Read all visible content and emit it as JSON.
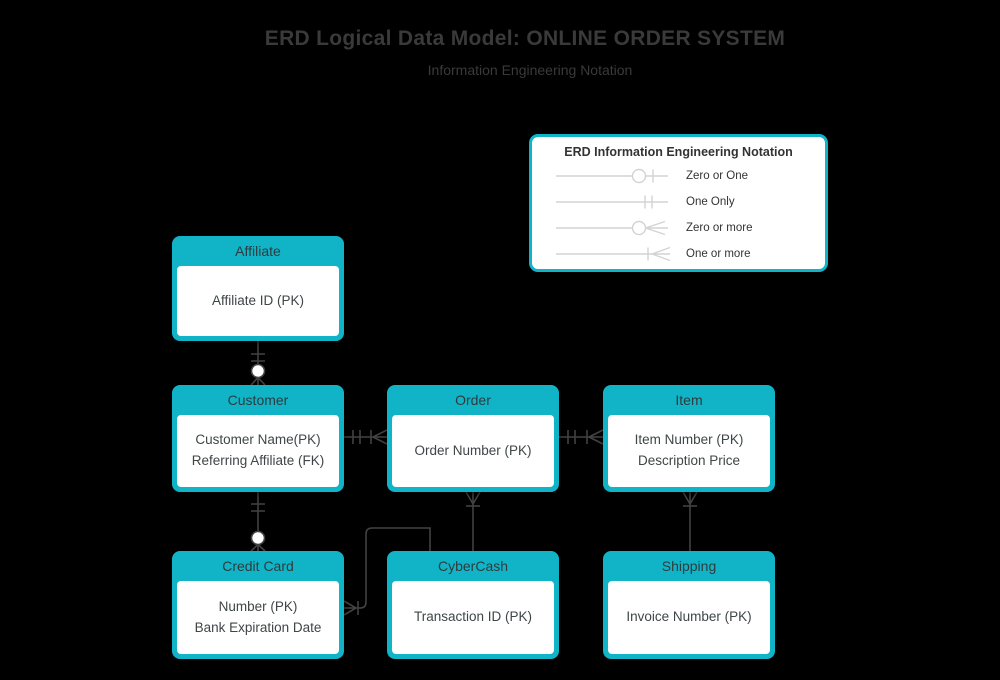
{
  "page": {
    "title": "ERD Logical Data Model: ONLINE ORDER SYSTEM",
    "subtitle": "Information Engineering Notation"
  },
  "legend": {
    "title": "ERD Information Engineering Notation",
    "items": [
      {
        "label": "Zero or One",
        "symbol": "circle-tick"
      },
      {
        "label": "One Only",
        "symbol": "double-tick"
      },
      {
        "label": "Zero or more",
        "symbol": "circle-crowfoot"
      },
      {
        "label": "One or more",
        "symbol": "tick-crowfoot"
      }
    ]
  },
  "entities": [
    {
      "name": "Affiliate",
      "attrs": [
        "Affiliate ID (PK)"
      ]
    },
    {
      "name": "Customer",
      "attrs": [
        "Customer Name(PK)",
        "Referring Affiliate (FK)"
      ]
    },
    {
      "name": "Order",
      "attrs": [
        "Order Number (PK)"
      ]
    },
    {
      "name": "Item",
      "attrs": [
        "Item Number (PK)",
        "Description Price"
      ]
    },
    {
      "name": "Credit Card",
      "attrs": [
        "Number (PK)",
        "Bank Expiration Date"
      ]
    },
    {
      "name": "CyberCash",
      "attrs": [
        "Transaction ID (PK)"
      ]
    },
    {
      "name": "Shipping",
      "attrs": [
        "Invoice Number (PK)"
      ]
    }
  ],
  "relationships": [
    {
      "from": "Affiliate",
      "to": "Customer",
      "from_end": "one-only",
      "to_end": "zero-or-more"
    },
    {
      "from": "Customer",
      "to": "Order",
      "from_end": "one-only",
      "to_end": "one-or-more"
    },
    {
      "from": "Order",
      "to": "Item",
      "from_end": "one-only",
      "to_end": "one-or-more"
    },
    {
      "from": "Customer",
      "to": "Credit Card",
      "from_end": "one-only",
      "to_end": "zero-or-more"
    },
    {
      "from": "Order",
      "to": "CyberCash",
      "from_end": "one-or-more",
      "to_end": "plain"
    },
    {
      "from": "Item",
      "to": "Shipping",
      "from_end": "one-or-more",
      "to_end": "plain"
    },
    {
      "from": "Credit Card",
      "to": "CyberCash",
      "from_end": "one-or-more",
      "to_end": "plain"
    }
  ],
  "colors": {
    "teal": "#10b4c6",
    "connector": "#424242",
    "legend_line": "#d3d3d3",
    "background": "#000000",
    "title_text": "#3a3a3a"
  }
}
